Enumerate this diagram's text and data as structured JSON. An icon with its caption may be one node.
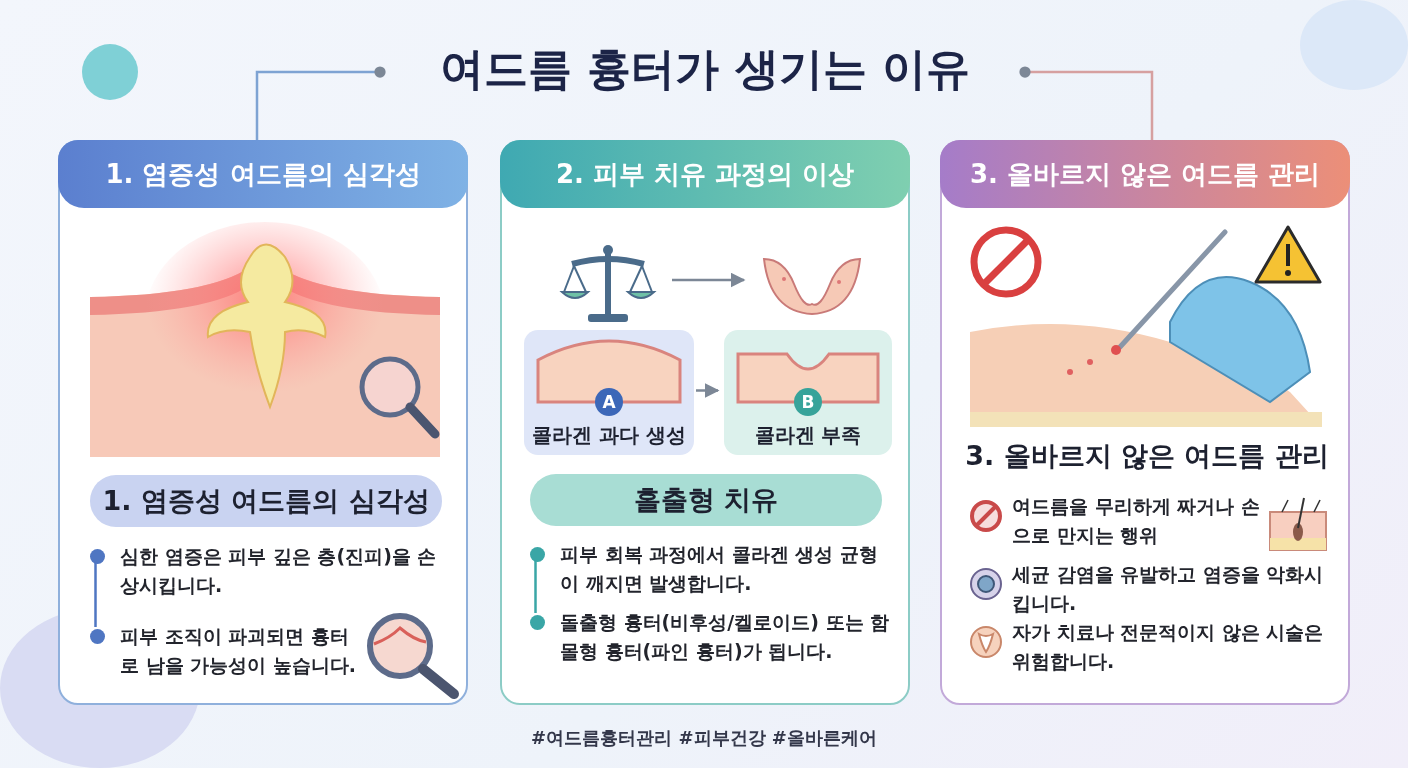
{
  "diagram": {
    "title": "여드름 흉터가 생기는 이유",
    "nodes": [
      {
        "text": [
          "1. 염증성 여드름의 심각성"
        ]
      },
      {
        "text": [],
        "shape": "picture",
        "in": 0
      },
      {
        "text": [
          "1. 염증성 여드름의 심각성"
        ],
        "in": 0
      },
      {
        "text": [
          "심한 염증은 피부 깊은 층(진피)을 손상시킵니다."
        ],
        "in": 0
      },
      {
        "text": [
          "피부 조직이 파괴되면 흉터로 남을 가능성이 높습니다."
        ],
        "in": 0
      },
      {
        "text": [
          "2. 피부 치유 과정의 이상"
        ]
      },
      {
        "text": [],
        "shape": "picture",
        "in": 5
      },
      {
        "text": [],
        "shape": "picture",
        "in": 5
      },
      {
        "text": [
          "A",
          "콜라겐 과다 생성"
        ],
        "in": 5
      },
      {
        "text": [
          "B",
          "콜라겐 부족"
        ],
        "in": 5
      },
      {
        "text": [
          "홀출형 치유"
        ],
        "in": 5
      },
      {
        "text": [
          "피부 회복 과정에서 콜라겐 생성 균형이 깨지면 발생합니다."
        ],
        "in": 5
      },
      {
        "text": [
          "돌출형 흉터(비후성/켈로이드) 또는 함몰형 흉터(파인 흉터)가 됩니다."
        ],
        "in": 5
      },
      {
        "text": [
          "3. 올바르지 않은 여드름 관리",
          "3. 올바르지 않은 여드름 관리"
        ]
      },
      {
        "text": [],
        "shape": "picture",
        "in": 13
      },
      {
        "text": [
          "여드름을 무리하게 짜거나 손으로 만지는 행위"
        ],
        "in": 13
      },
      {
        "text": [
          "세균 감염을 유발하고 염증을 악화시킵니다."
        ],
        "in": 13
      },
      {
        "text": [
          "자가 치료나 전문적이지 않은 시술은 위험합니다."
        ],
        "in": 13
      }
    ],
    "edges": [
      {
        "from": null,
        "to": 0,
        "arrow": "other"
      },
      {
        "from": null,
        "to": 13,
        "arrow": "other"
      },
      {
        "from": 3,
        "to": 4,
        "arrow": "none"
      },
      {
        "from": 11,
        "to": 12,
        "arrow": "none"
      },
      {
        "from": 6,
        "to": 7,
        "arrow": "to"
      },
      {
        "from": 8,
        "to": 9,
        "arrow": "to"
      }
    ],
    "labels": [
      "#여드름흉터관리 #피부건강 #올바른케어"
    ]
  }
}
